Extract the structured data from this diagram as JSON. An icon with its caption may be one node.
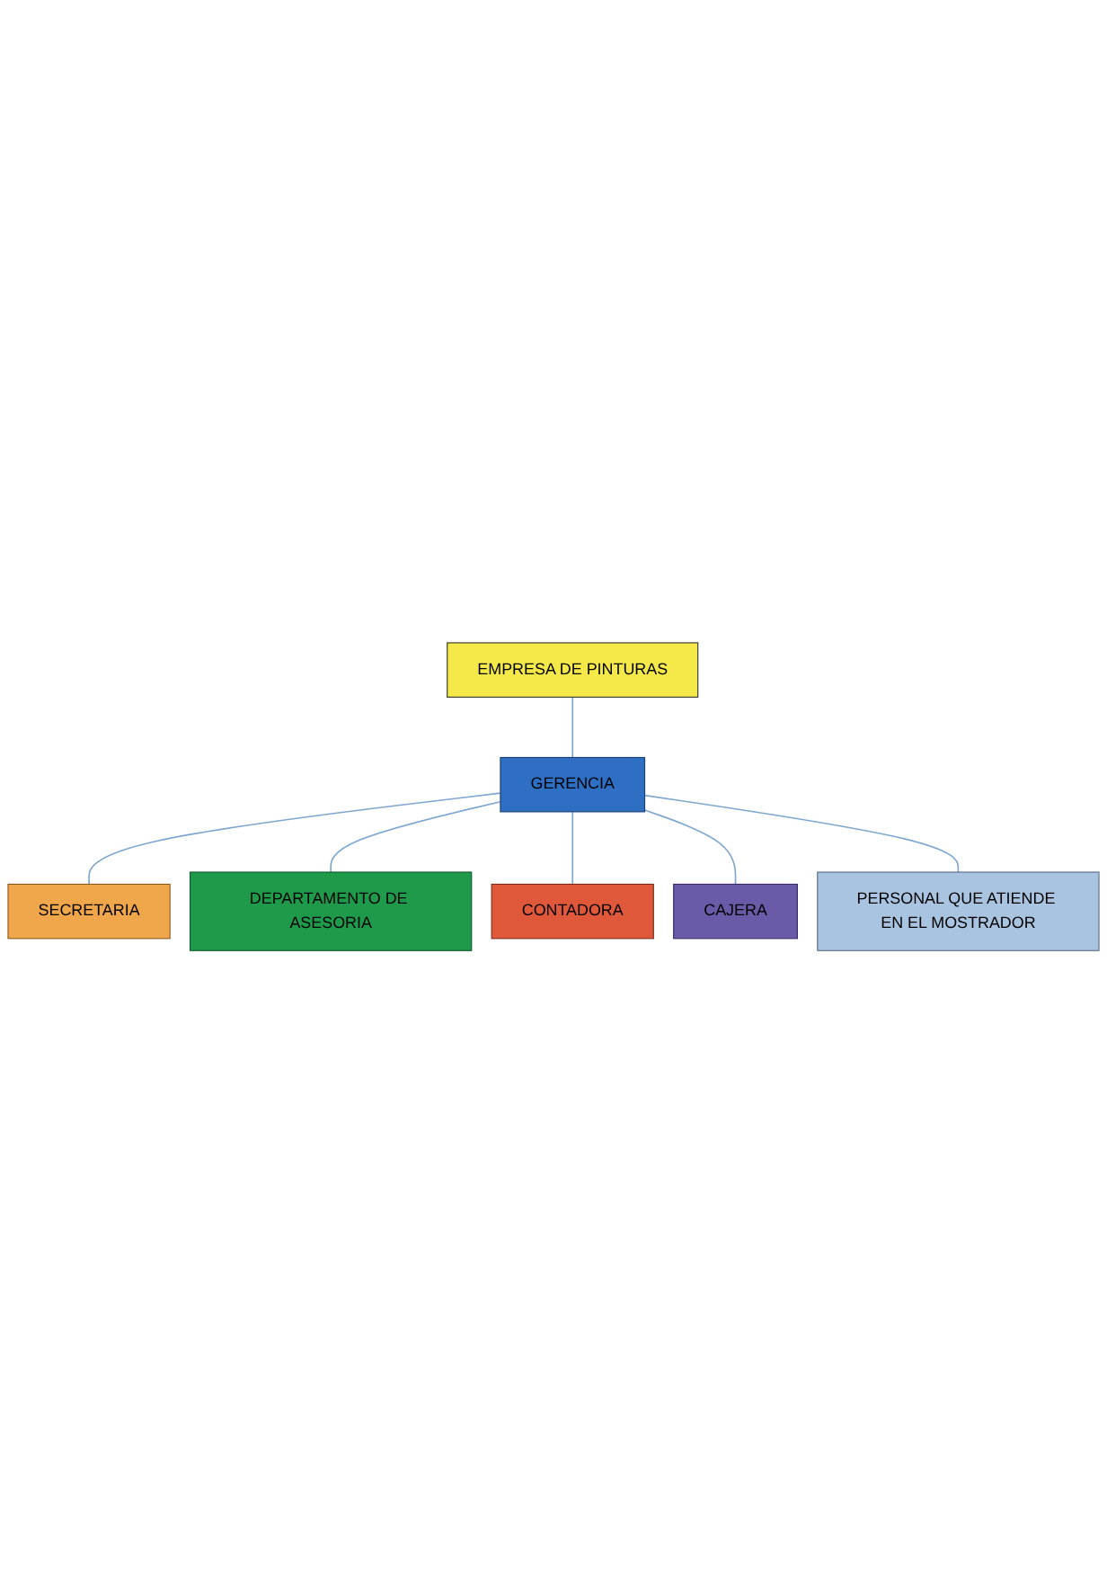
{
  "diagram": {
    "nodes": [
      {
        "text": [
          "EMPRESA DE PINTURAS"
        ]
      },
      {
        "text": [
          "GERENCIA"
        ]
      },
      {
        "text": [
          "SECRETARIA"
        ]
      },
      {
        "text": [
          "DEPARTAMENTO DE ASESORIA"
        ]
      },
      {
        "text": [
          "CONTADORA"
        ]
      },
      {
        "text": [
          "CAJERA"
        ]
      },
      {
        "text": [
          "PERSONAL QUE ATIENDE EN EL MOSTRADOR"
        ]
      }
    ],
    "edges": [
      {
        "from": 0,
        "to": 1,
        "arrow": "none"
      },
      {
        "from": 1,
        "to": 2,
        "arrow": "none"
      },
      {
        "from": 1,
        "to": 3,
        "arrow": "none"
      },
      {
        "from": 1,
        "to": 4,
        "arrow": "none"
      },
      {
        "from": 1,
        "to": 5,
        "arrow": "none"
      },
      {
        "from": 1,
        "to": 6,
        "arrow": "none"
      }
    ]
  }
}
